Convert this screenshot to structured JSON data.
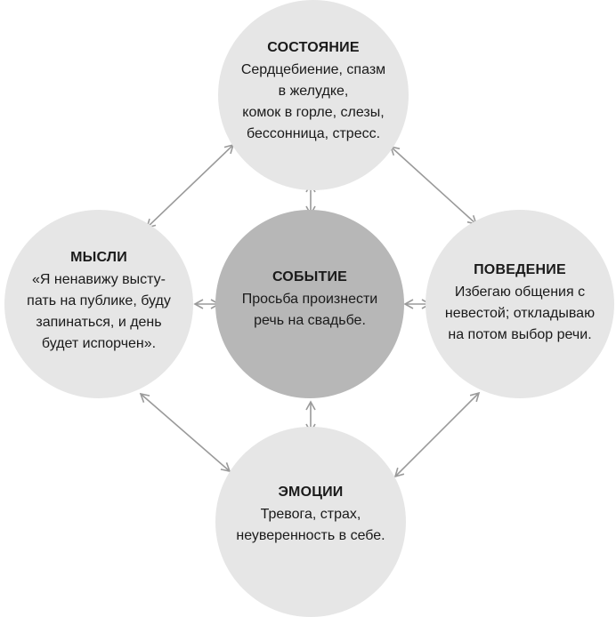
{
  "colors": {
    "outer_node_fill": "#e6e6e6",
    "center_node_fill": "#b7b7b7",
    "arrow_stroke": "#9a9a9a",
    "text": "#1a1a1a"
  },
  "nodes": {
    "top": {
      "title": "СОСТОЯНИЕ",
      "lines": [
        "Сердцебиение, спазм",
        "в желудке,",
        "комок в горле, слезы,",
        "бессонница, стресс."
      ]
    },
    "left": {
      "title": "МЫСЛИ",
      "lines": [
        "«Я ненавижу высту-",
        "пать на публике, буду",
        "запинаться, и день",
        "будет испорчен»."
      ]
    },
    "center": {
      "title": "СОБЫТИЕ",
      "lines": [
        "Просьба произнести",
        "речь на свадьбе."
      ]
    },
    "right": {
      "title": "ПОВЕДЕНИЕ",
      "lines": [
        "Избегаю общения с",
        "невестой; откладываю",
        "на потом выбор речи."
      ]
    },
    "bottom": {
      "title": "ЭМОЦИИ",
      "lines": [
        "Тревога, страх,",
        "неуверенность в себе."
      ]
    }
  }
}
